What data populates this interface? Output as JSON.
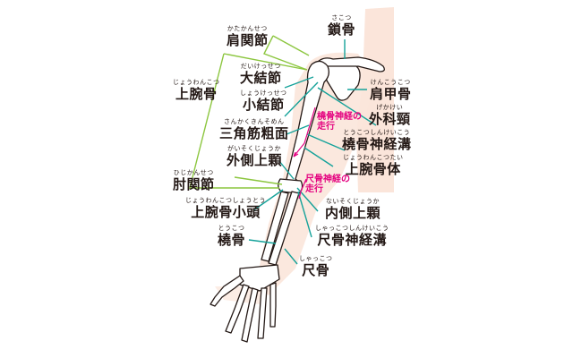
{
  "colors": {
    "skin": "#fbe5da",
    "teal_leader": "#15a29a",
    "green_leader": "#8cc63f",
    "nerve": "#e4007f",
    "bone_outline": "#231815",
    "text": "#231815"
  },
  "labels": {
    "sakotsu": {
      "ruby": "さこつ",
      "text": "鎖骨"
    },
    "katakansetsu": {
      "ruby": "かたかんせつ",
      "text": "肩関節"
    },
    "daikessetsu": {
      "ruby": "だいけっせつ",
      "text": "大結節"
    },
    "joukotsu": {
      "ruby": "じょうわんこつ",
      "text": "上腕骨"
    },
    "shoukessetsu": {
      "ruby": "しょうけっせつ",
      "text": "小結節"
    },
    "kenkoukotsu": {
      "ruby": "けんこうこつ",
      "text": "肩甲骨"
    },
    "gekakei": {
      "ruby": "げかけい",
      "text": "外科頸"
    },
    "sankakukin": {
      "ruby": "さんかくきんそめん",
      "text": "三角筋粗面"
    },
    "toukotsushinkeikou": {
      "ruby": "とうこつしんけいこう",
      "text": "橈骨神経溝"
    },
    "gaisokujouka": {
      "ruby": "がいそくじょうか",
      "text": "外側上顆"
    },
    "jouwankotsutai": {
      "ruby": "じょうわんこつたい",
      "text": "上腕骨体"
    },
    "hijikansetsu": {
      "ruby": "ひじかんせつ",
      "text": "肘関節"
    },
    "jouwankotsushoutou": {
      "ruby": "じょうわんこつしょうとう",
      "text": "上腕骨小頭"
    },
    "naisokujouka": {
      "ruby": "ないそくじょうか",
      "text": "内側上顆"
    },
    "toukotsu": {
      "ruby": "とうこつ",
      "text": "橈骨"
    },
    "shakkotsushinkeikou": {
      "ruby": "しゃっこつしんけいこう",
      "text": "尺骨神経溝"
    },
    "shakkotsu": {
      "ruby": "しゃっこつ",
      "text": "尺骨"
    }
  },
  "nerves": {
    "radial": {
      "line1": "橈骨神経の",
      "line2": "走行"
    },
    "ulnar": {
      "line1": "尺骨神経の",
      "line2": "走行"
    }
  }
}
